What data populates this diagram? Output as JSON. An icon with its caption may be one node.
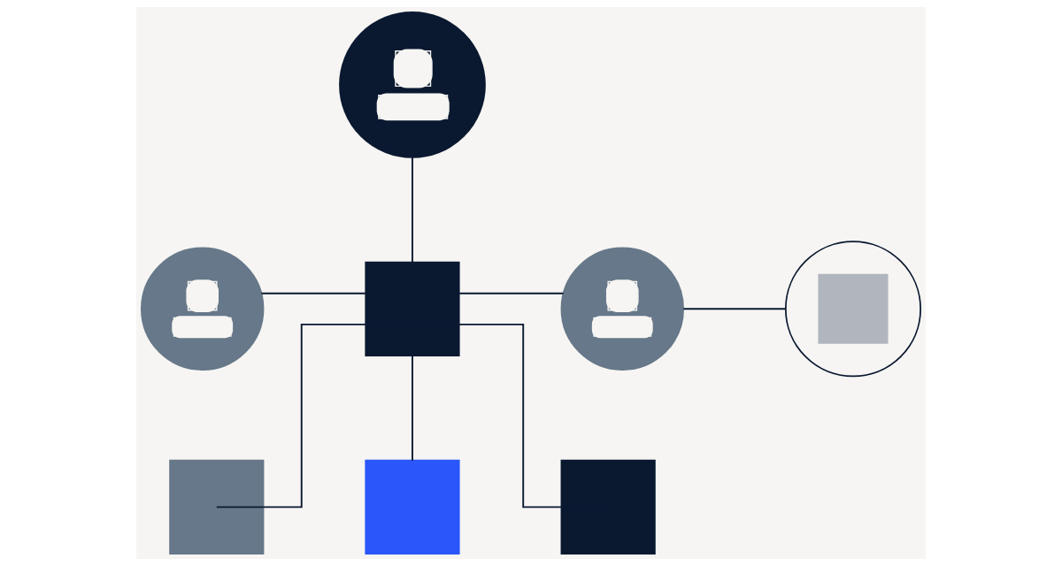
{
  "diagram": {
    "nodes": [
      {
        "text": [],
        "shape": "person"
      },
      {
        "text": [],
        "shape": "person"
      },
      {
        "text": [],
        "shape": "box"
      },
      {
        "text": [],
        "shape": "person"
      },
      {
        "text": [],
        "shape": "circle"
      },
      {
        "text": [],
        "shape": "box"
      },
      {
        "text": [],
        "shape": "box"
      },
      {
        "text": [],
        "shape": "box"
      }
    ],
    "edges": [
      {
        "from": 0,
        "to": 2,
        "arrow": "none"
      },
      {
        "from": 1,
        "to": 2,
        "arrow": "none"
      },
      {
        "from": 2,
        "to": 3,
        "arrow": "none"
      },
      {
        "from": 3,
        "to": 4,
        "arrow": "none"
      },
      {
        "from": 2,
        "to": 5,
        "arrow": "none"
      },
      {
        "from": 2,
        "to": 6,
        "arrow": "none"
      },
      {
        "from": 2,
        "to": 7,
        "arrow": "none"
      }
    ]
  }
}
